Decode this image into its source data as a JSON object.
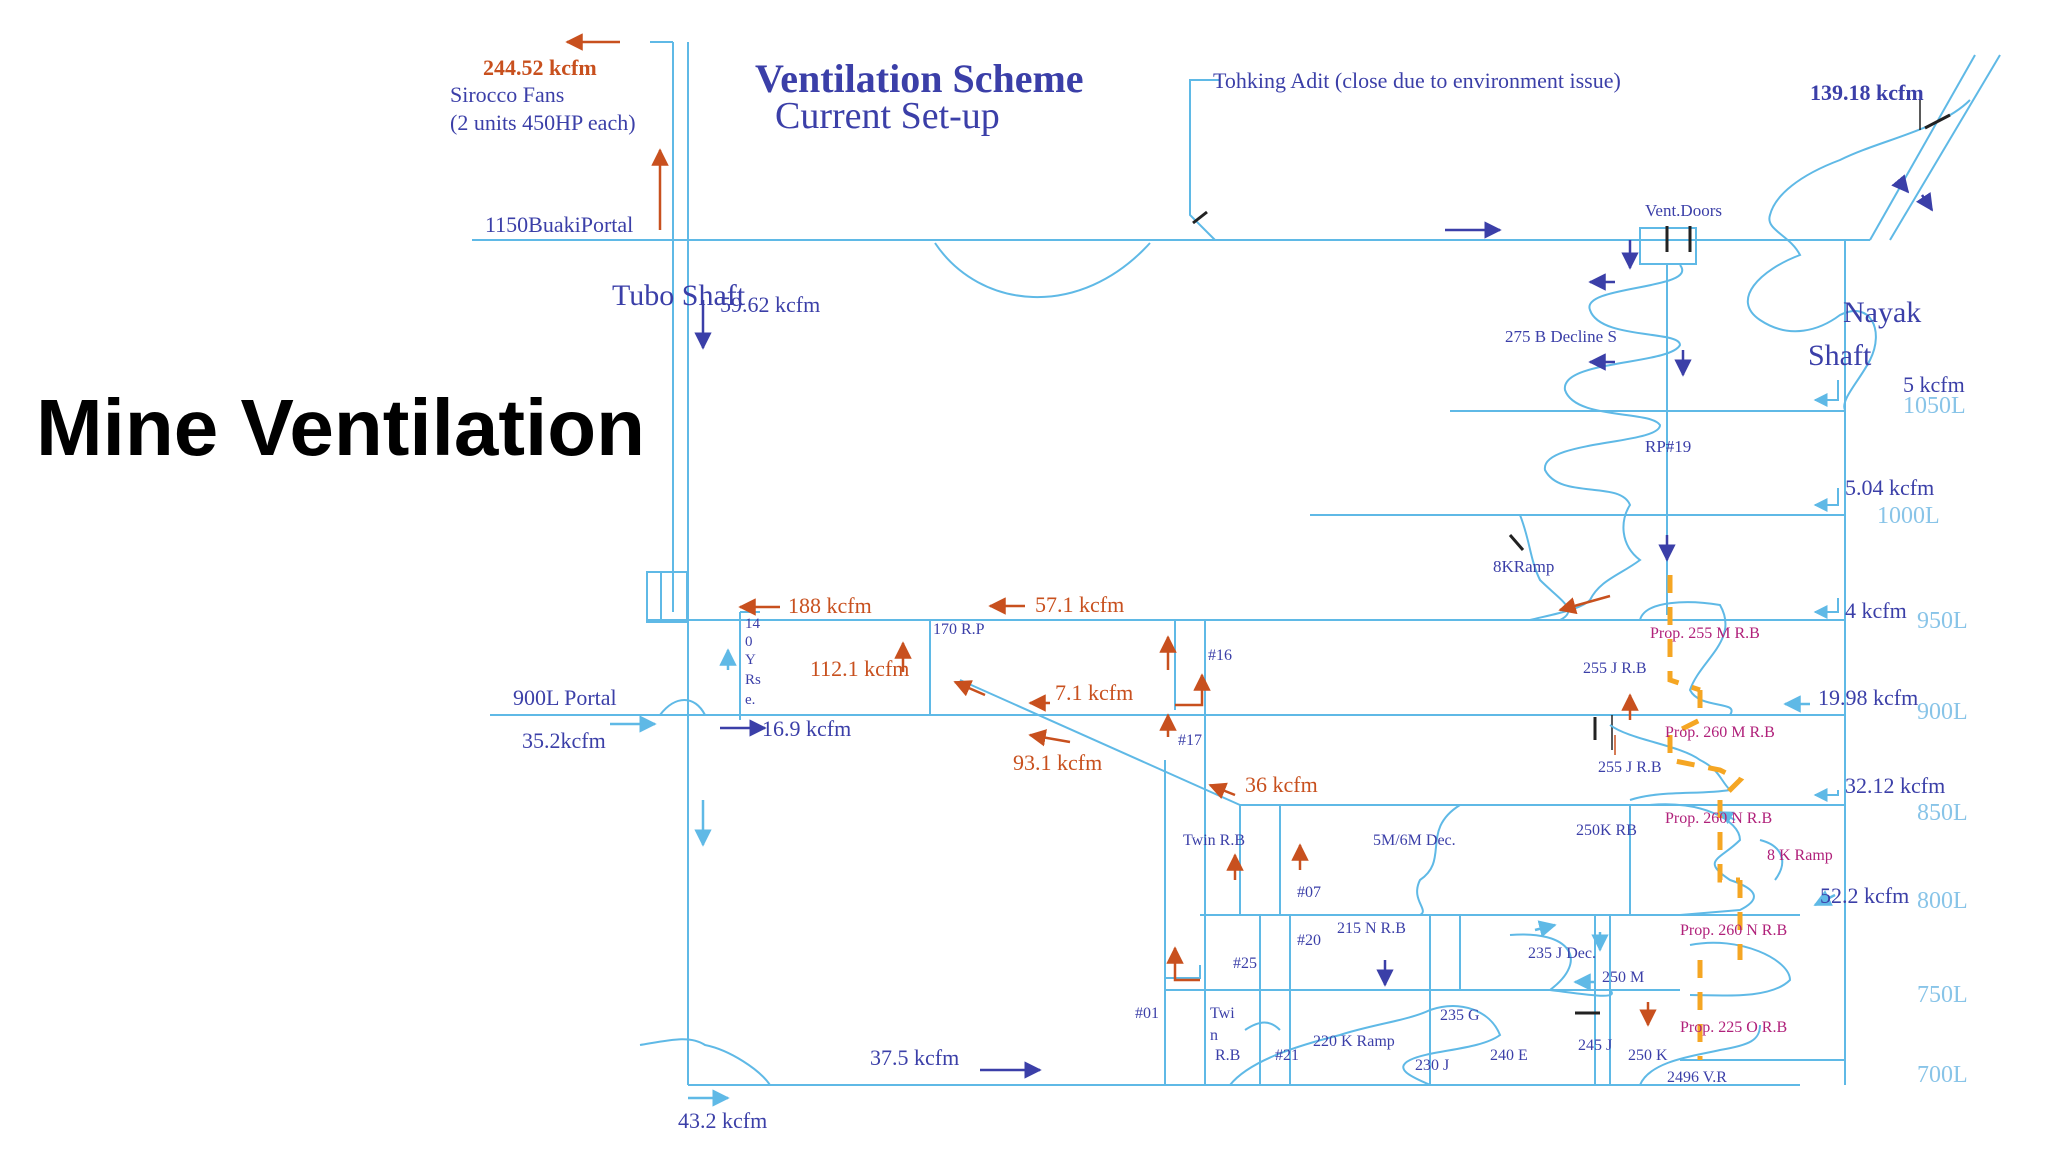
{
  "slide_title": "Mine Ventilation",
  "scheme": {
    "title": "Ventilation Scheme",
    "subtitle": "Current Set-up"
  },
  "colors": {
    "airway": "#5fb9e6",
    "exhaust": "#c8501e",
    "intake": "#3b3fa8",
    "level": "#88c4e8",
    "ore_body": "#b0207a",
    "raise": "#f5a623"
  },
  "labels": {
    "fan_flow": "244.52 kcfm",
    "fan_line1": "Sirocco Fans",
    "fan_line2": "(2 units 450HP each)",
    "buaki_portal": "1150BuakiPortal",
    "tohking": "Tohking Adit (close due to environment issue)",
    "nayak_flow": "139.18 kcfm",
    "vent_doors": "Vent.Doors",
    "nayak1": "Nayak",
    "nayak2": "Shaft",
    "tubo": "Tubo Shaft",
    "tubo_flow": "59.62 kcfm",
    "decline_275b": "275 B Decline S",
    "rp19": "RP#19",
    "kramp8": "8KRamp",
    "f188": "188 kcfm",
    "f571": "57.1 kcfm",
    "rp170": "170 R.P",
    "f1121": "112.1 kcfm",
    "y140": [
      "14",
      "0",
      "Y",
      "Rs",
      "e."
    ],
    "f71": "7.1 kcfm",
    "n16": "#16",
    "n17": "#17",
    "portal900": "900L Portal",
    "f352": "35.2kcfm",
    "f169": "16.9 kcfm",
    "f931": "93.1 kcfm",
    "f36": "36 kcfm",
    "twin_rb": "Twin R.B",
    "sm6m": "5M/6M Dec.",
    "k250rb": "250K RB",
    "n07": "#07",
    "n20": "#20",
    "nrb215": "215 N R.B",
    "n25": "#25",
    "jdec235": "235 J Dec.",
    "m250": "250 M",
    "n01": "#01",
    "twi": "Twi",
    "n_": "n",
    "rb": "R.B",
    "n21": "#21",
    "kramp220": "220 K Ramp",
    "g235": "235 G",
    "j230": "230 J",
    "e240": "240 E",
    "j245": "245 J",
    "k250": "250 K",
    "vr2496": "2496 V.R",
    "f375": "37.5 kcfm",
    "f432": "43.2 kcfm",
    "mrb255p": "Prop. 255 M R.B",
    "jrb255a": "255 J R.B",
    "mrb260p": "Prop. 260 M R.B",
    "jrb255b": "255 J R.B",
    "nrb260p": "Prop. 260 N R.B",
    "kramp8b": "8 K Ramp",
    "nrb260p2": "Prop. 260 N R.B",
    "orb225p": "Prop. 225 O R.B",
    "f5": "5 kcfm",
    "f504": "5.04 kcfm",
    "f4": "4 kcfm",
    "f1998": "19.98 kcfm",
    "f3212": "32.12 kcfm",
    "f522": "52.2 kcfm",
    "L1050": "1050L",
    "L1000": "1000L",
    "L950": "950L",
    "L900": "900L",
    "L850": "850L",
    "L800": "800L",
    "L750": "750L",
    "L700": "700L"
  }
}
